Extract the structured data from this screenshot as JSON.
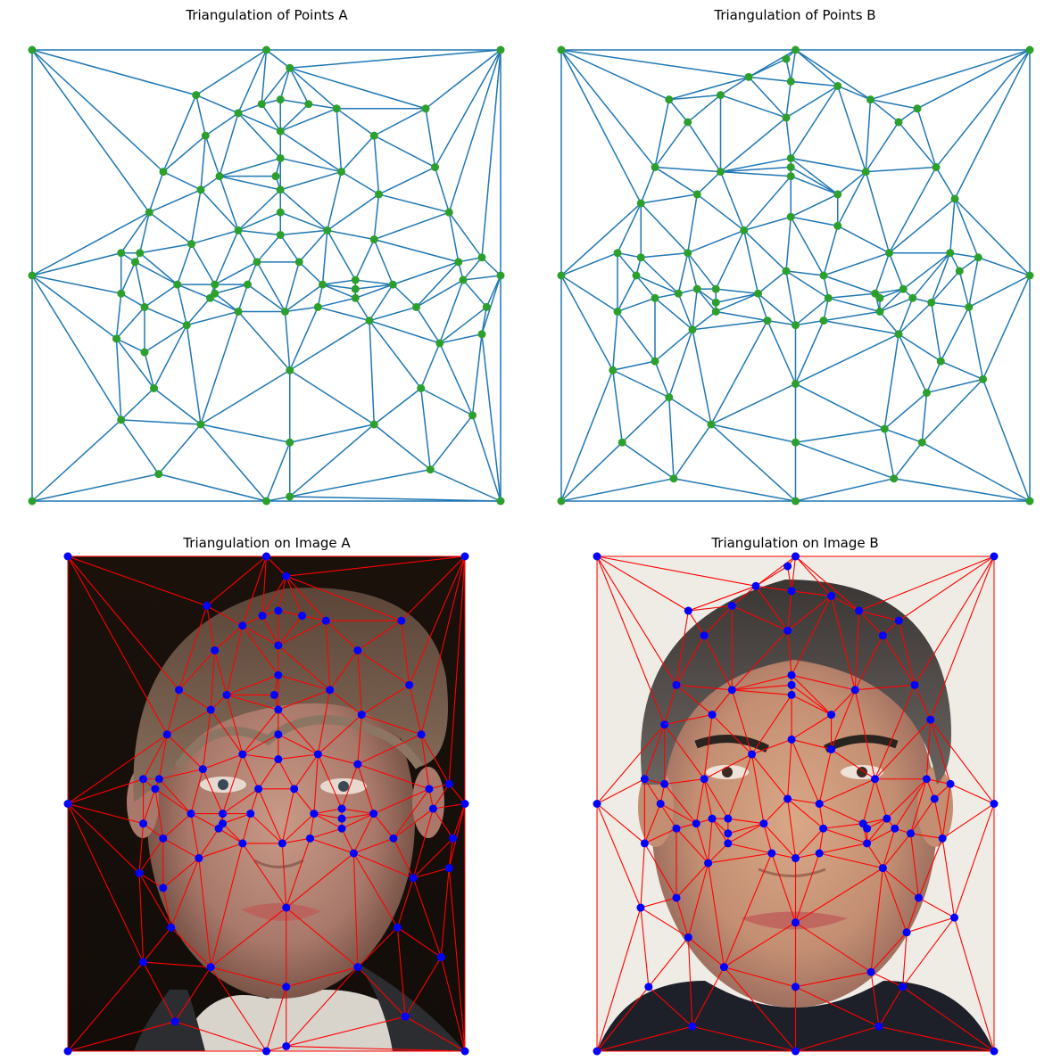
{
  "panels": [
    {
      "id": "A_points",
      "title": "Triangulation of Points A"
    },
    {
      "id": "B_points",
      "title": "Triangulation of Points B"
    },
    {
      "id": "A_image",
      "title": "Triangulation on Image A"
    },
    {
      "id": "B_image",
      "title": "Triangulation on Image B"
    }
  ],
  "colors": {
    "points_edge": "#1f77b4",
    "points_marker": "#2ca02c",
    "image_edge": "#ff0000",
    "image_marker": "#0000ff",
    "image_frame": "#ff0000"
  },
  "chart_data": [
    {
      "type": "scatter",
      "title": "Triangulation of Points A",
      "xlabel": "",
      "ylabel": "",
      "xlim": [
        0,
        1
      ],
      "ylim": [
        0,
        1
      ],
      "grid": false,
      "points": [
        [
          0,
          1
        ],
        [
          0.5,
          1
        ],
        [
          1,
          1
        ],
        [
          0,
          0.5
        ],
        [
          1,
          0.5
        ],
        [
          0,
          0
        ],
        [
          0.5,
          0
        ],
        [
          1,
          0
        ],
        [
          0.55,
          0.96
        ],
        [
          0.35,
          0.9
        ],
        [
          0.49,
          0.88
        ],
        [
          0.53,
          0.89
        ],
        [
          0.59,
          0.88
        ],
        [
          0.65,
          0.87
        ],
        [
          0.84,
          0.87
        ],
        [
          0.44,
          0.86
        ],
        [
          0.37,
          0.81
        ],
        [
          0.53,
          0.82
        ],
        [
          0.73,
          0.81
        ],
        [
          0.28,
          0.73
        ],
        [
          0.53,
          0.76
        ],
        [
          0.4,
          0.72
        ],
        [
          0.66,
          0.73
        ],
        [
          0.52,
          0.72
        ],
        [
          0.86,
          0.74
        ],
        [
          0.36,
          0.69
        ],
        [
          0.53,
          0.69
        ],
        [
          0.74,
          0.68
        ],
        [
          0.25,
          0.64
        ],
        [
          0.53,
          0.64
        ],
        [
          0.44,
          0.6
        ],
        [
          0.63,
          0.6
        ],
        [
          0.89,
          0.64
        ],
        [
          0.53,
          0.59
        ],
        [
          0.34,
          0.57
        ],
        [
          0.73,
          0.58
        ],
        [
          0.19,
          0.55
        ],
        [
          0.23,
          0.55
        ],
        [
          0.48,
          0.53
        ],
        [
          0.57,
          0.53
        ],
        [
          0.22,
          0.53
        ],
        [
          0.91,
          0.53
        ],
        [
          0.96,
          0.54
        ],
        [
          0.31,
          0.48
        ],
        [
          0.39,
          0.48
        ],
        [
          0.46,
          0.48
        ],
        [
          0.69,
          0.49
        ],
        [
          0.92,
          0.49
        ],
        [
          0.19,
          0.46
        ],
        [
          0.39,
          0.46
        ],
        [
          0.38,
          0.45
        ],
        [
          0.62,
          0.48
        ],
        [
          0.69,
          0.47
        ],
        [
          0.77,
          0.48
        ],
        [
          0.69,
          0.45
        ],
        [
          0.24,
          0.43
        ],
        [
          0.44,
          0.42
        ],
        [
          0.54,
          0.42
        ],
        [
          0.61,
          0.43
        ],
        [
          0.82,
          0.43
        ],
        [
          0.97,
          0.43
        ],
        [
          0.33,
          0.39
        ],
        [
          0.72,
          0.4
        ],
        [
          0.18,
          0.36
        ],
        [
          0.96,
          0.37
        ],
        [
          0.24,
          0.33
        ],
        [
          0.87,
          0.35
        ],
        [
          0.55,
          0.29
        ],
        [
          0.26,
          0.25
        ],
        [
          0.83,
          0.25
        ],
        [
          0.19,
          0.18
        ],
        [
          0.36,
          0.17
        ],
        [
          0.94,
          0.19
        ],
        [
          0.73,
          0.17
        ],
        [
          0.55,
          0.13
        ],
        [
          0.27,
          0.06
        ],
        [
          0.85,
          0.07
        ],
        [
          0.55,
          0.01
        ]
      ]
    },
    {
      "type": "scatter",
      "title": "Triangulation of Points B",
      "xlabel": "",
      "ylabel": "",
      "xlim": [
        0,
        1
      ],
      "ylim": [
        0,
        1
      ],
      "grid": false,
      "points": [
        [
          0,
          1
        ],
        [
          0.5,
          1
        ],
        [
          1,
          1
        ],
        [
          0,
          0.5
        ],
        [
          1,
          0.5
        ],
        [
          0,
          0
        ],
        [
          0.5,
          0
        ],
        [
          1,
          0
        ],
        [
          0.48,
          0.98
        ],
        [
          0.4,
          0.94
        ],
        [
          0.49,
          0.93
        ],
        [
          0.59,
          0.92
        ],
        [
          0.23,
          0.89
        ],
        [
          0.34,
          0.9
        ],
        [
          0.66,
          0.89
        ],
        [
          0.76,
          0.87
        ],
        [
          0.27,
          0.84
        ],
        [
          0.48,
          0.85
        ],
        [
          0.72,
          0.84
        ],
        [
          0.2,
          0.74
        ],
        [
          0.34,
          0.73
        ],
        [
          0.49,
          0.76
        ],
        [
          0.49,
          0.74
        ],
        [
          0.49,
          0.72
        ],
        [
          0.65,
          0.73
        ],
        [
          0.8,
          0.74
        ],
        [
          0.17,
          0.66
        ],
        [
          0.29,
          0.68
        ],
        [
          0.59,
          0.68
        ],
        [
          0.84,
          0.67
        ],
        [
          0.39,
          0.6
        ],
        [
          0.49,
          0.63
        ],
        [
          0.59,
          0.61
        ],
        [
          0.12,
          0.55
        ],
        [
          0.17,
          0.54
        ],
        [
          0.27,
          0.55
        ],
        [
          0.48,
          0.51
        ],
        [
          0.56,
          0.5
        ],
        [
          0.7,
          0.55
        ],
        [
          0.83,
          0.55
        ],
        [
          0.89,
          0.54
        ],
        [
          0.16,
          0.5
        ],
        [
          0.25,
          0.46
        ],
        [
          0.29,
          0.47
        ],
        [
          0.33,
          0.47
        ],
        [
          0.42,
          0.46
        ],
        [
          0.57,
          0.45
        ],
        [
          0.67,
          0.46
        ],
        [
          0.73,
          0.47
        ],
        [
          0.85,
          0.51
        ],
        [
          0.12,
          0.42
        ],
        [
          0.2,
          0.45
        ],
        [
          0.33,
          0.44
        ],
        [
          0.33,
          0.42
        ],
        [
          0.44,
          0.4
        ],
        [
          0.5,
          0.39
        ],
        [
          0.56,
          0.4
        ],
        [
          0.68,
          0.45
        ],
        [
          0.68,
          0.42
        ],
        [
          0.75,
          0.45
        ],
        [
          0.79,
          0.44
        ],
        [
          0.87,
          0.43
        ],
        [
          0.28,
          0.38
        ],
        [
          0.72,
          0.37
        ],
        [
          0.2,
          0.31
        ],
        [
          0.81,
          0.31
        ],
        [
          0.11,
          0.29
        ],
        [
          0.23,
          0.23
        ],
        [
          0.5,
          0.26
        ],
        [
          0.78,
          0.24
        ],
        [
          0.9,
          0.27
        ],
        [
          0.13,
          0.13
        ],
        [
          0.32,
          0.17
        ],
        [
          0.69,
          0.16
        ],
        [
          0.5,
          0.13
        ],
        [
          0.77,
          0.13
        ],
        [
          0.24,
          0.05
        ],
        [
          0.71,
          0.05
        ]
      ]
    }
  ]
}
